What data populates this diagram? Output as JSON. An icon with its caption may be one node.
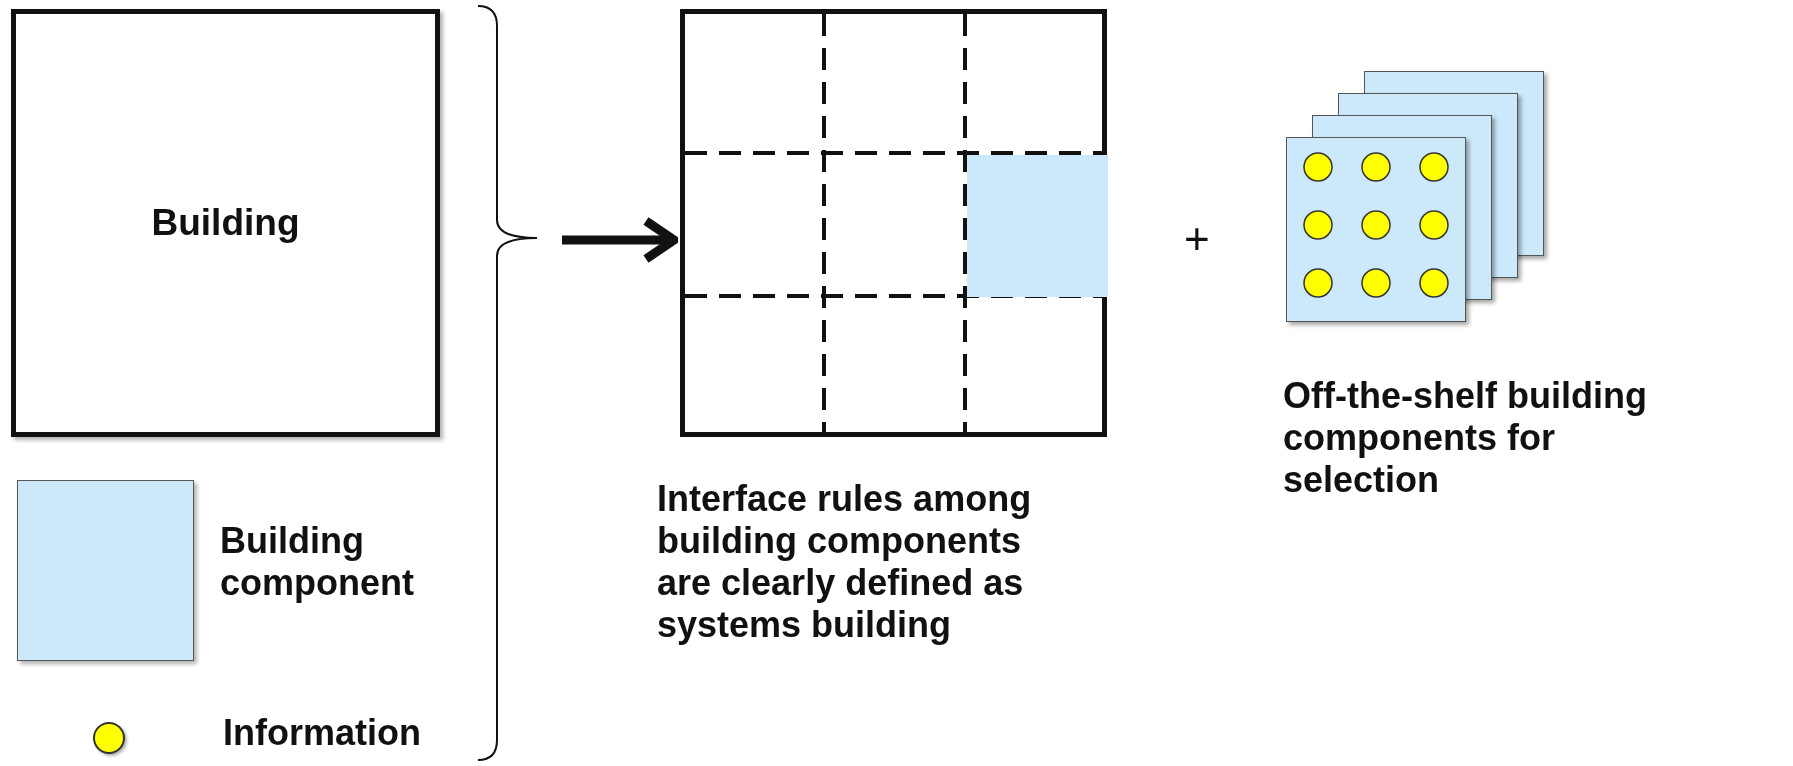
{
  "diagram": {
    "nodes": [
      {
        "text": [
          "Building"
        ]
      },
      {
        "text": [],
        "shape": "box",
        "beside": [
          "Interface rules among building components are clearly defined as systems building"
        ]
      },
      {
        "text": [],
        "shape": "box",
        "in": 1
      },
      {
        "text": [],
        "shape": "box",
        "beside": [
          "Off-the-shelf building components for selection"
        ]
      }
    ],
    "edges": [
      {
        "from": null,
        "to": 1,
        "arrow": "to"
      }
    ],
    "labels": [
      "+"
    ],
    "legend": [
      {
        "text": "Building component",
        "color": "#cce9fb"
      },
      {
        "text": "Information",
        "color": "#ffff00"
      }
    ]
  }
}
